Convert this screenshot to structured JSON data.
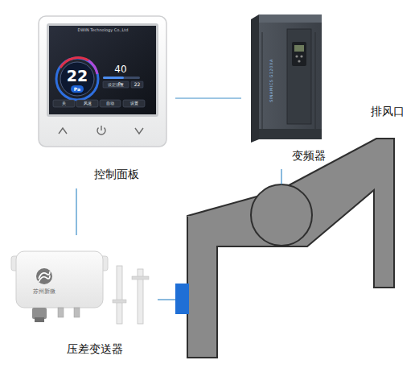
{
  "diagram": {
    "nodes": [
      {
        "text": [
          "控制面板"
        ]
      },
      {
        "text": [
          "变频器"
        ]
      },
      {
        "text": [
          "压差变送器"
        ]
      }
    ],
    "edges": [
      {
        "from": 0,
        "to": 1,
        "arrow": "none"
      },
      {
        "from": 0,
        "to": 2,
        "arrow": "none"
      }
    ],
    "labels": [
      "DWIN Technology Co.,Ltd",
      "22",
      "Pa",
      "40",
      "Pa",
      "设定温度",
      "22",
      "关",
      "风速",
      "自动",
      "设置",
      "SINAMICS G120XA",
      "苏州新微",
      "排风口"
    ]
  }
}
